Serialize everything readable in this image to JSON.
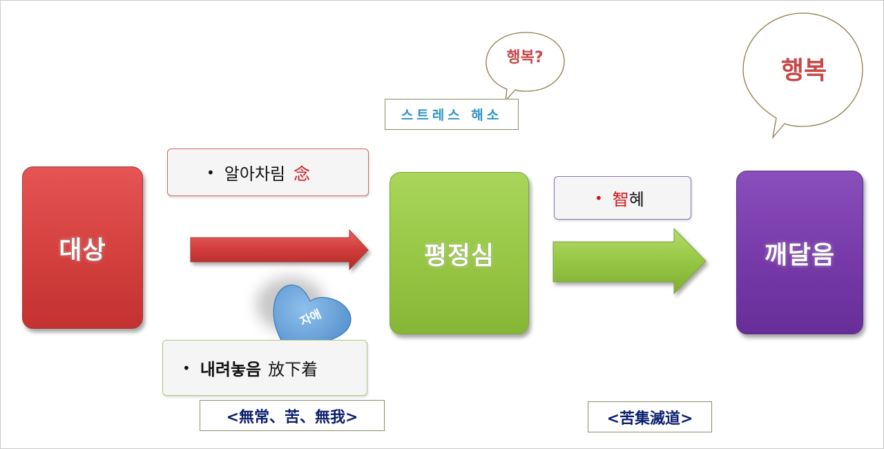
{
  "blocks": {
    "object": "대상",
    "equanimity": "평정심",
    "enlightenment": "깨달음"
  },
  "labels": {
    "mindfulness_text": "알아차림",
    "mindfulness_hanja": "念",
    "letting_go_text": "내려놓음",
    "letting_go_hanja": "放下着",
    "wisdom_red": "智",
    "wisdom_text": "혜",
    "bullet": "•"
  },
  "tags": {
    "stress_relief": "스트레스 해소",
    "three_marks": "<無常、苦、無我>",
    "four_truths": "<苦集滅道>"
  },
  "bubbles": {
    "small": "행복?",
    "large": "행복"
  },
  "heart": {
    "label": "자애"
  },
  "colors": {
    "object_red": "#d3403e",
    "equanimity_green": "#96c644",
    "enlightenment_purple": "#7739a9",
    "heart_blue": "#5b9bd5",
    "bubble_text": "#c64848",
    "hanja_red": "#d4141a"
  }
}
